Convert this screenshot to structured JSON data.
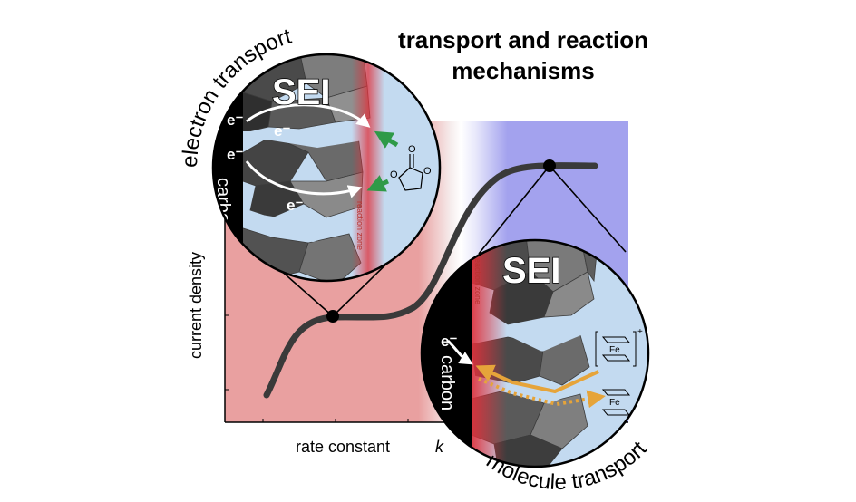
{
  "title": {
    "line1": "transport and reaction",
    "line2": "mechanisms"
  },
  "axes": {
    "xlabel": "rate constant",
    "xsymbol": "k",
    "ylabel": "current density"
  },
  "left_inset": {
    "sei_label": "SEI",
    "electron_label": "e⁻",
    "arc_label": "electron transport",
    "carbon_label": "carbon",
    "zone_label": "reaction zone",
    "molecule_atom_label": "O"
  },
  "right_inset": {
    "sei_label": "SEI",
    "electron_label": "e⁻",
    "arc_label": "molecule transport",
    "carbon_label": "carbon",
    "zone_label": "reaction zone",
    "iron_label": "Fe",
    "charge_label": "+"
  },
  "colors": {
    "left_region": "#e9a0a0",
    "right_region": "#a3a2ee",
    "sei_grain": "#606060",
    "electrolyte": "#c3daf0",
    "reaction_zone": "#e0303a",
    "molecule_path": "#e6a43a",
    "arrow_green": "#2f9a48"
  }
}
